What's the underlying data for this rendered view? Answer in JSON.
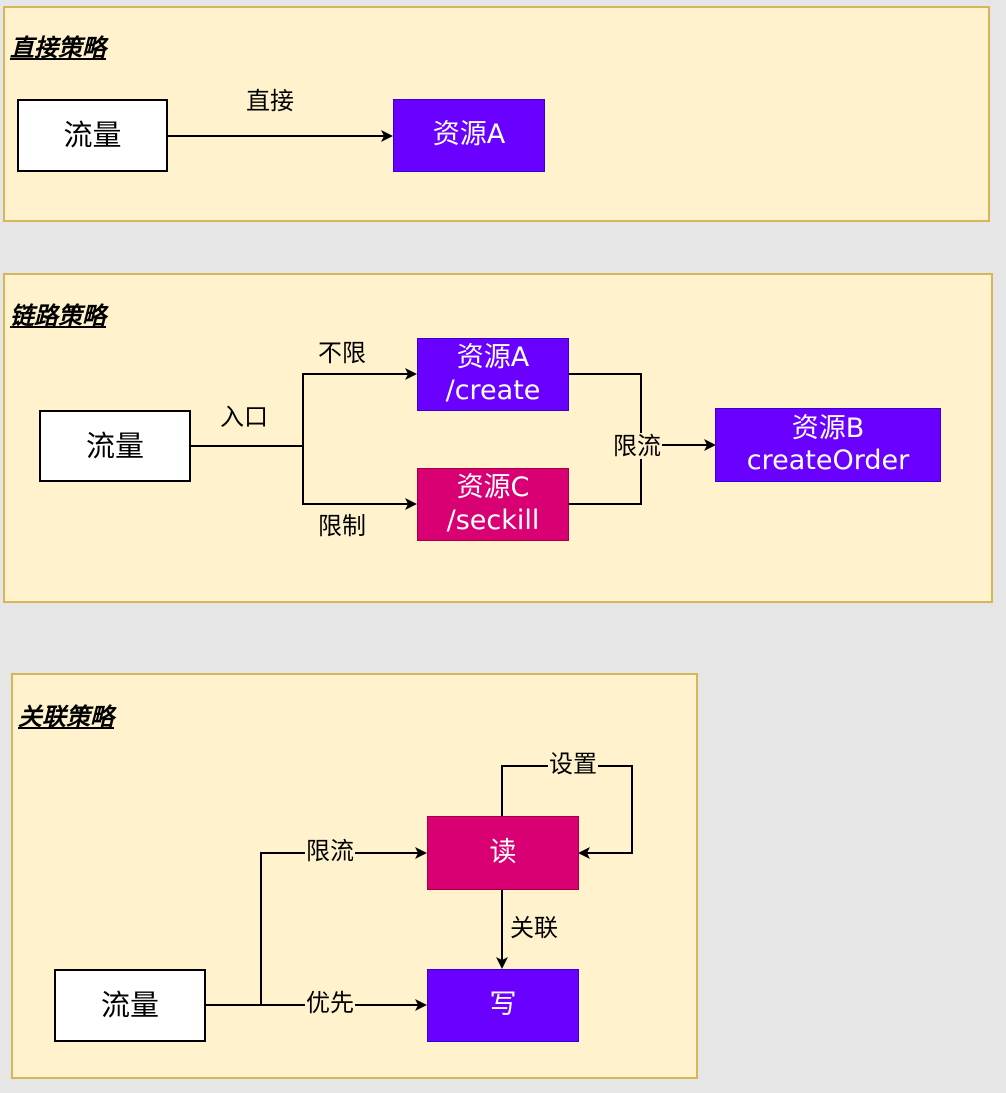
{
  "panels": {
    "direct": {
      "title": "直接策略",
      "source": "流量",
      "target": "资源A",
      "edge_label": "直接"
    },
    "chain": {
      "title": "链路策略",
      "source": "流量",
      "entry_label": "入口",
      "unlimited_label": "不限",
      "limit_label": "限制",
      "throttle_label": "限流",
      "resource_a": [
        "资源A",
        "/create"
      ],
      "resource_c": [
        "资源C",
        "/seckill"
      ],
      "resource_b": [
        "资源B",
        "createOrder"
      ]
    },
    "related": {
      "title": "关联策略",
      "source": "流量",
      "read": "读",
      "write": "写",
      "throttle_label": "限流",
      "priority_label": "优先",
      "relate_label": "关联",
      "setting_label": "设置"
    }
  },
  "colors": {
    "panel_fill": "#fff2cc",
    "panel_border": "#d6b656",
    "purple": "#6a00ff",
    "pink": "#d80073",
    "background": "#e6e6e6"
  }
}
